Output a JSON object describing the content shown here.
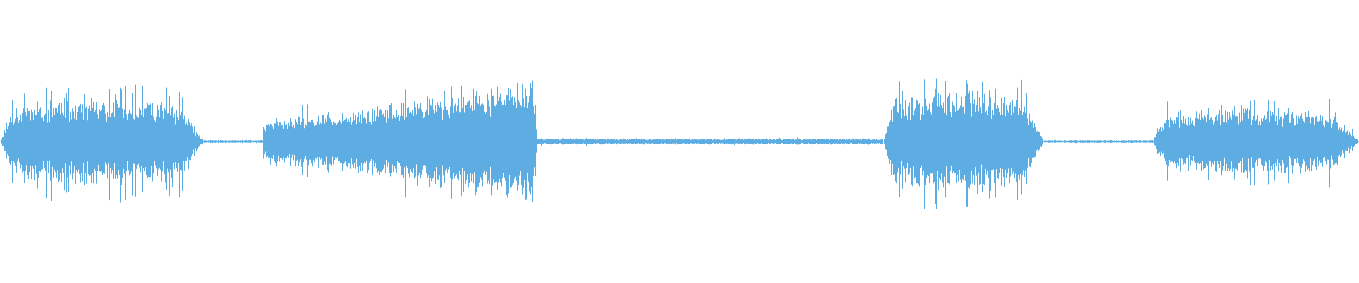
{
  "waveform": {
    "color": "#5dade2",
    "background": "#ffffff",
    "segments": [
      {
        "start": 0.0,
        "end": 0.15,
        "amplitude": 0.28,
        "profile": "rise-fall",
        "spikes": 0.12
      },
      {
        "start": 0.15,
        "end": 0.193,
        "amplitude": 0.01,
        "profile": "flat",
        "spikes": 0.0
      },
      {
        "start": 0.193,
        "end": 0.395,
        "amplitude": 0.4,
        "profile": "rise",
        "spikes": 0.08
      },
      {
        "start": 0.395,
        "end": 0.65,
        "amplitude": 0.02,
        "profile": "flat",
        "spikes": 0.02
      },
      {
        "start": 0.65,
        "end": 0.768,
        "amplitude": 0.33,
        "profile": "rise-fall",
        "spikes": 0.18
      },
      {
        "start": 0.768,
        "end": 0.848,
        "amplitude": 0.01,
        "profile": "flat",
        "spikes": 0.0
      },
      {
        "start": 0.848,
        "end": 1.0,
        "amplitude": 0.22,
        "profile": "rise-fall",
        "spikes": 0.1
      }
    ]
  }
}
